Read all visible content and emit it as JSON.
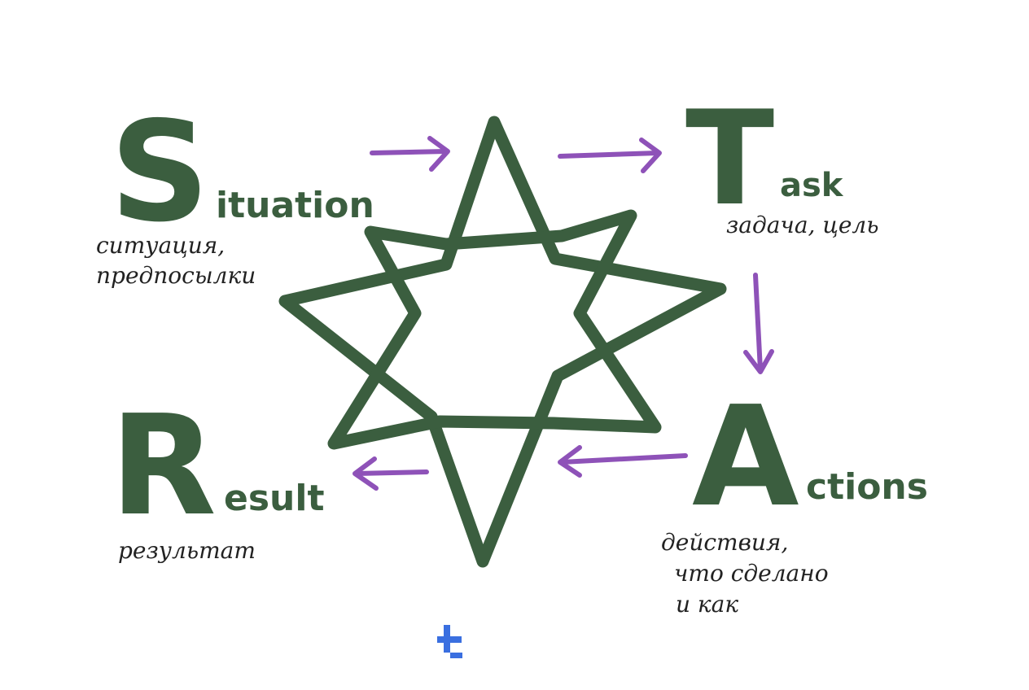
{
  "colors": {
    "green": "#3b5e3f",
    "purple": "#8e52b8",
    "logo_blue": "#3a6fe0",
    "text": "#222222"
  },
  "steps": [
    {
      "letter": "S",
      "rest": "ituation",
      "desc": [
        "ситуация,",
        "предпосылки"
      ]
    },
    {
      "letter": "T",
      "rest": "ask",
      "desc": [
        "задача, цель"
      ]
    },
    {
      "letter": "A",
      "rest": "ctions",
      "desc": [
        "действия,",
        "что сделано",
        "и как"
      ]
    },
    {
      "letter": "R",
      "rest": "esult",
      "desc": [
        "результат"
      ]
    }
  ],
  "icons": {
    "center": "eight-point-star-icon",
    "logo": "logo-icon"
  }
}
